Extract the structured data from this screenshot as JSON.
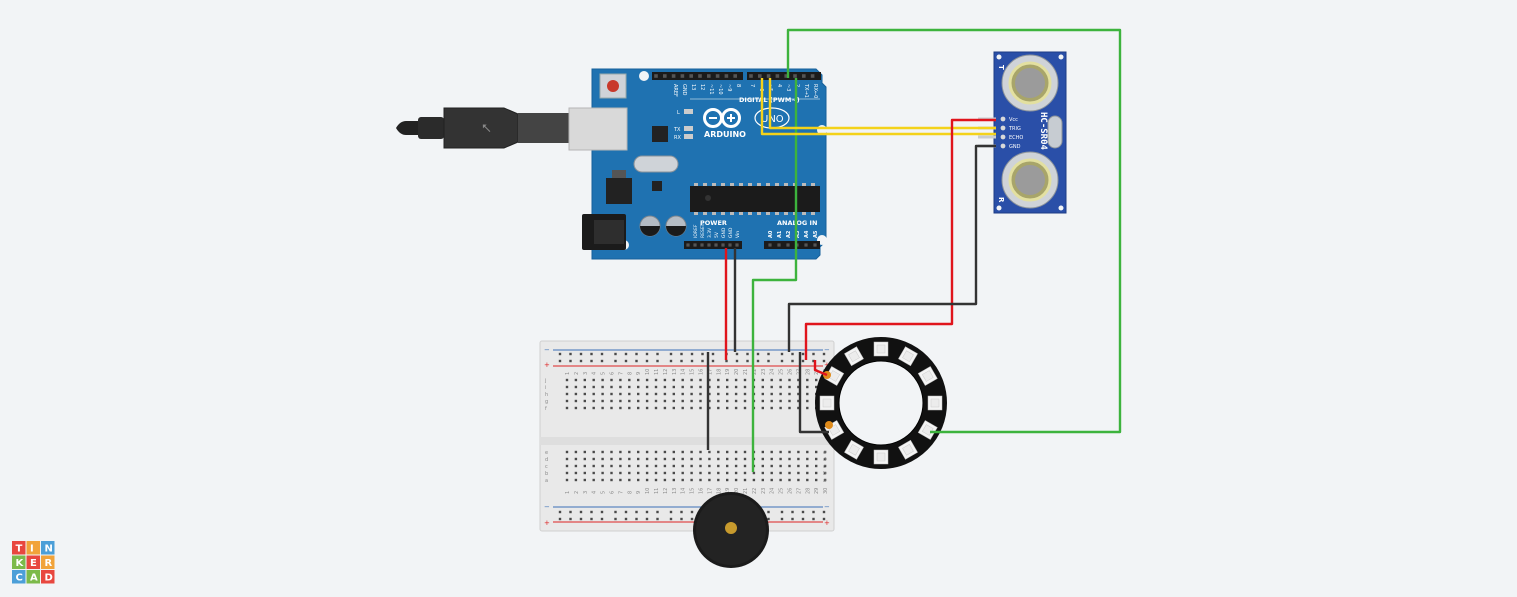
{
  "arduino": {
    "brand": "ARDUINO",
    "model": "UNO",
    "digital_label": "DIGITAL (PWM~)",
    "power_label": "POWER",
    "analog_label": "ANALOG IN",
    "led_labels": [
      "L",
      "TX",
      "RX"
    ],
    "digital_pins": [
      "AREF",
      "GND",
      "13",
      "12",
      "~11",
      "~10",
      "~9",
      "8",
      "7",
      "~6",
      "~5",
      "4",
      "~3",
      "2",
      "TX→1",
      "RX←0"
    ],
    "power_pins": [
      "IOREF",
      "RESET",
      "3.3V",
      "5V",
      "GND",
      "GND",
      "Vin"
    ],
    "analog_pins": [
      "A0",
      "A1",
      "A2",
      "A3",
      "A4",
      "A5"
    ]
  },
  "sensor": {
    "model": "HC-SR04",
    "pins": [
      "Vcc",
      "TRIG",
      "ECHO",
      "GND"
    ],
    "t_label": "T",
    "r_label": "R"
  },
  "breadboard": {
    "rows_top": [
      "j",
      "i",
      "h",
      "g",
      "f"
    ],
    "rows_bottom": [
      "e",
      "d",
      "c",
      "b",
      "a"
    ],
    "columns": [
      "1",
      "2",
      "3",
      "4",
      "5",
      "6",
      "7",
      "8",
      "9",
      "10",
      "11",
      "12",
      "13",
      "14",
      "15",
      "16",
      "17",
      "18",
      "19",
      "20",
      "21",
      "22",
      "23",
      "24",
      "25",
      "26",
      "27",
      "28",
      "29",
      "30"
    ],
    "rail_minus": "−",
    "rail_plus": "+"
  },
  "logo": {
    "letters": [
      "T",
      "I",
      "N",
      "K",
      "E",
      "R",
      "C",
      "A",
      "D"
    ],
    "colors": [
      "#e8473f",
      "#f1a33a",
      "#4c9fd8",
      "#7cba4a",
      "#e8473f",
      "#f1a33a",
      "#4c9fd8",
      "#7cba4a",
      "#e8473f"
    ]
  },
  "colors": {
    "wire_red": "#e0141c",
    "wire_black": "#333333",
    "wire_green": "#3db33d",
    "wire_yellow": "#f4d21a",
    "board_blue": "#1f72b1",
    "sensor_blue": "#2a4fa8"
  }
}
